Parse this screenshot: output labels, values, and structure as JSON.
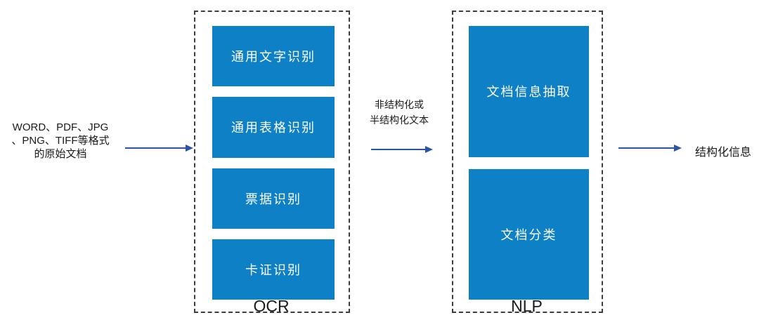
{
  "colors": {
    "box_blue": "#0d80c6",
    "arrow_blue": "#2b54a5",
    "dash_border": "#3d3d3d",
    "text_dark": "#1a1a1a"
  },
  "input": {
    "lines": [
      "WORD、PDF、JPG",
      "、PNG、TIFF等格式",
      "的原始文档"
    ]
  },
  "ocr_group": {
    "label": "OCR",
    "boxes": [
      "通用文字识别",
      "通用表格识别",
      "票据识别",
      "卡证识别"
    ]
  },
  "middle_annotation": {
    "lines": [
      "非结构化或",
      "半结构化文本"
    ]
  },
  "nlp_group": {
    "label": "NLP",
    "boxes": [
      "文档信息抽取",
      "文档分类"
    ]
  },
  "output": {
    "label": "结构化信息"
  }
}
